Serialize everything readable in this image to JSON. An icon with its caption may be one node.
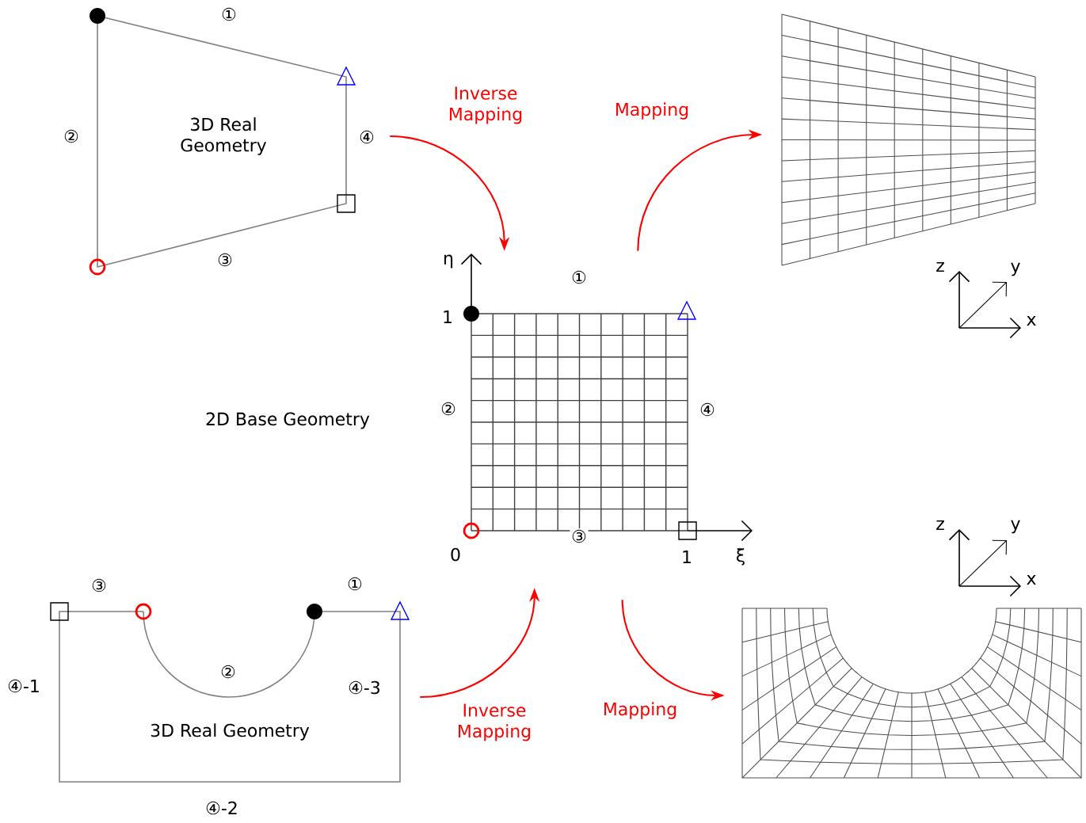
{
  "diagram": {
    "nodes": [
      {
        "text": [
          "3D Real Geometry"
        ]
      },
      {
        "text": [],
        "shape": "picture"
      },
      {
        "text": [],
        "shape": "picture"
      },
      {
        "text": [
          "3D Real Geometry"
        ]
      },
      {
        "text": [],
        "shape": "picture"
      }
    ],
    "edges": [
      {
        "from": 0,
        "to": 1,
        "arrow": "to",
        "label": "Inverse Mapping"
      },
      {
        "from": 1,
        "to": 2,
        "arrow": "to",
        "label": "Mapping"
      },
      {
        "from": 3,
        "to": 1,
        "arrow": "to",
        "label": "Inverse Mapping"
      },
      {
        "from": 1,
        "to": 4,
        "arrow": "to",
        "label": "Mapping"
      }
    ],
    "labels": [
      "①",
      "②",
      "④",
      "③",
      "η",
      "①",
      "z",
      "y",
      "x",
      "1",
      "②",
      "④",
      "2D Base Geometry",
      "z",
      "y",
      "③",
      "0",
      "1",
      "ξ",
      "x",
      "③",
      "①",
      "②",
      "④-1",
      "④-3",
      "④-2"
    ]
  }
}
